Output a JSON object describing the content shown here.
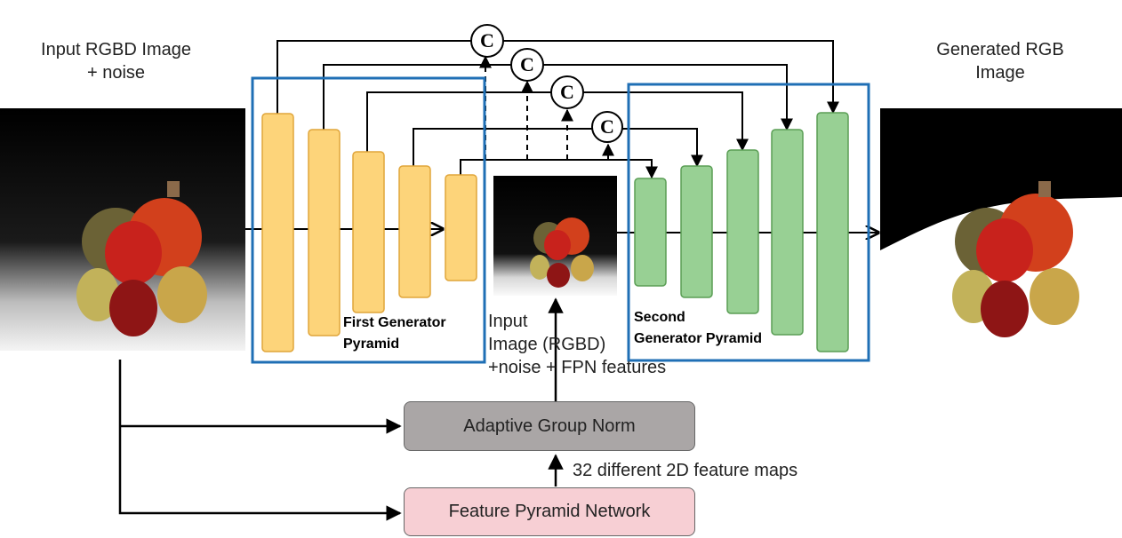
{
  "input_label": "Input RGBD Image\n+ noise",
  "output_label": "Generated RGB\nImage",
  "first_pyramid_label": "First Generator\nPyramid",
  "second_pyramid_label": "Second\nGenerator Pyramid",
  "middle_label": "Input\nImage (RGBD)\n+noise + FPN features",
  "agn_label": "Adaptive Group Norm",
  "fpn_label": "Feature Pyramid Network",
  "feature_maps_label": "32 different 2D feature maps",
  "concat_symbol": "C",
  "colors": {
    "encoder_fill": "#fdd47a",
    "encoder_stroke": "#e0a53a",
    "decoder_fill": "#98d094",
    "decoder_stroke": "#5a9e55",
    "pyramid_border": "#1f6fb5",
    "agn_fill": "#aaa6a6",
    "fpn_fill": "#f7cfd4"
  }
}
